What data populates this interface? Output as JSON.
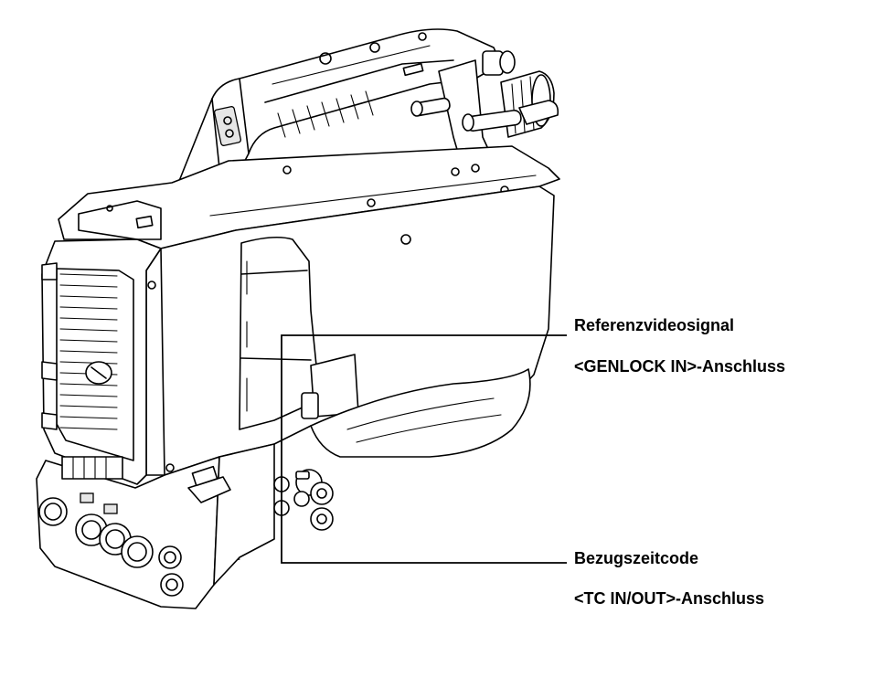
{
  "callouts": [
    {
      "id": "genlock",
      "name": "Referenzvideosignal",
      "connector": "<GENLOCK IN>-Anschluss"
    },
    {
      "id": "tc",
      "name": "Bezugszeitcode",
      "connector": "<TC IN/OUT>-Anschluss"
    }
  ]
}
